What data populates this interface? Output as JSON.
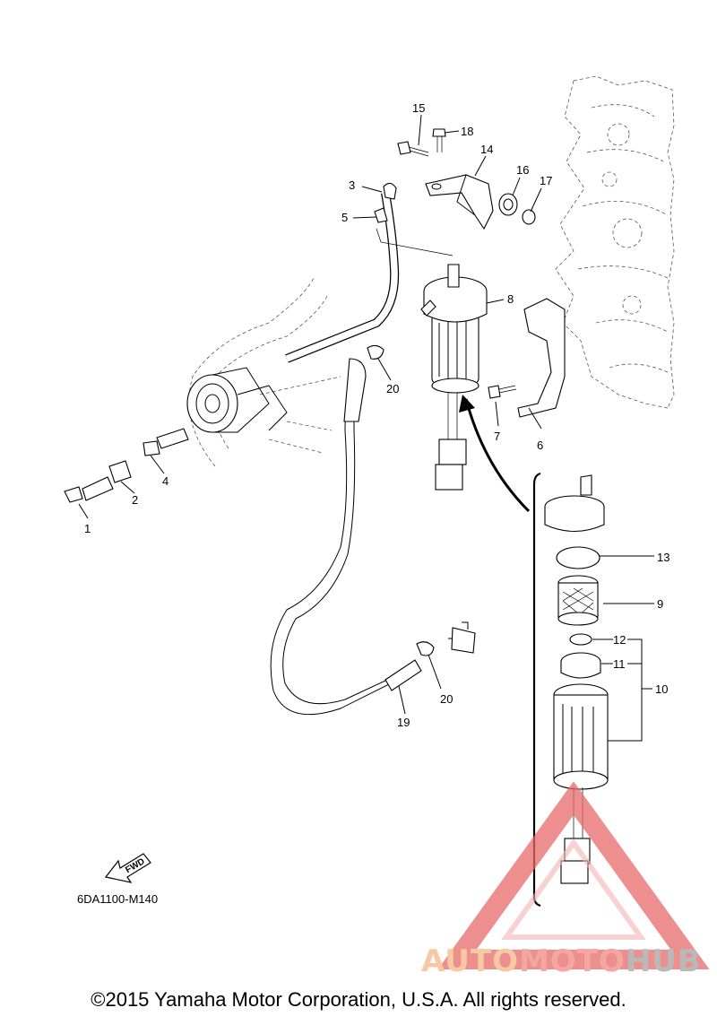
{
  "diagram": {
    "drawing_code": "6DA1100-M140",
    "fwd_label": "FWD",
    "callouts": [
      "1",
      "2",
      "3",
      "4",
      "5",
      "6",
      "7",
      "8",
      "9",
      "10",
      "11",
      "12",
      "13",
      "14",
      "15",
      "16",
      "17",
      "18",
      "19",
      "20",
      "20"
    ]
  },
  "watermark": {
    "part_a": "AUTO",
    "part_b": "MOTO",
    "part_c": "HUB",
    "colors": {
      "auto": "#f6c9a2",
      "moto": "#f3a7a0",
      "hub": "#b9b9b9",
      "triangle": "#e86a6a"
    }
  },
  "footer": {
    "copyright": "©2015 Yamaha Motor Corporation, U.S.A. All rights reserved."
  }
}
